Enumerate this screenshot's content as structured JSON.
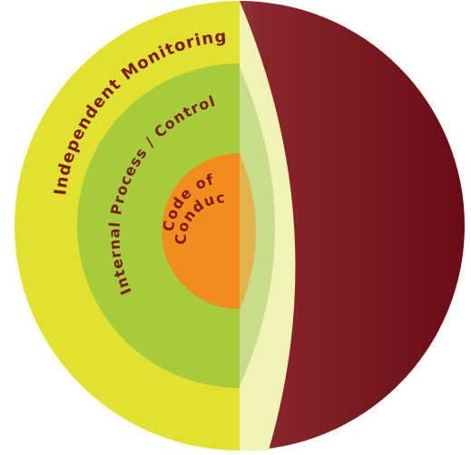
{
  "diagram": {
    "layers": [
      {
        "id": "outer",
        "label": "Independent Monitoring",
        "color": "#e2e130"
      },
      {
        "id": "middle",
        "label": "Internal Process / Control",
        "color": "#a6cc3c"
      },
      {
        "id": "core",
        "label_line1": "Code of",
        "label_line2": "Conduct",
        "color": "#f28c1d"
      }
    ],
    "colors": {
      "label_text": "#7a1a1a",
      "outer_sphere_dark": "#6d0d18",
      "outer_sphere_light": "#c9a59c",
      "cut_band": "#f1f2b6",
      "middle_band": "#c8dd8a",
      "core_band": "#e2b24d"
    }
  }
}
